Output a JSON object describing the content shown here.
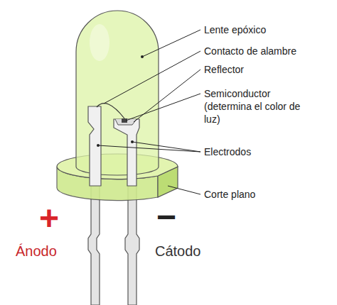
{
  "diagram": {
    "labels": [
      "Lente epóxico",
      "Contacto de alambre",
      "Reflector",
      "Semiconductor (determina el color de luz)",
      "Electrodos",
      "Corte plano",
      "+",
      "−",
      "Ánodo",
      "Cátodo"
    ]
  }
}
